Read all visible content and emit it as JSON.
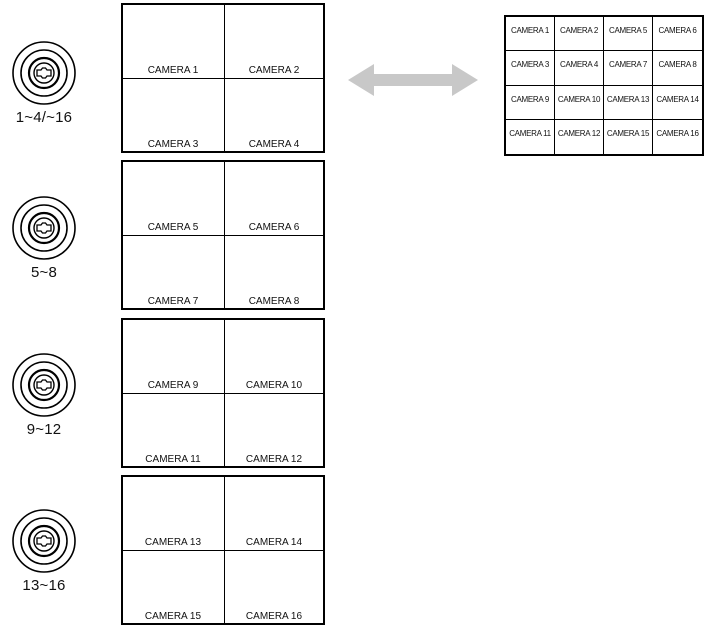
{
  "connectors": [
    {
      "label": "1~4/~16"
    },
    {
      "label": "5~8"
    },
    {
      "label": "9~12"
    },
    {
      "label": "13~16"
    }
  ],
  "quad_views": [
    [
      "CAMERA 1",
      "CAMERA 2",
      "CAMERA 3",
      "CAMERA 4"
    ],
    [
      "CAMERA 5",
      "CAMERA 6",
      "CAMERA 7",
      "CAMERA 8"
    ],
    [
      "CAMERA 9",
      "CAMERA 10",
      "CAMERA 11",
      "CAMERA 12"
    ],
    [
      "CAMERA 13",
      "CAMERA 14",
      "CAMERA 15",
      "CAMERA 16"
    ]
  ],
  "split16_view": [
    [
      "CAMERA 1",
      "CAMERA 2",
      "CAMERA 5",
      "CAMERA 6"
    ],
    [
      "CAMERA 3",
      "CAMERA 4",
      "CAMERA 7",
      "CAMERA 8"
    ],
    [
      "CAMERA 9",
      "CAMERA 10",
      "CAMERA 13",
      "CAMERA 14"
    ],
    [
      "CAMERA 11",
      "CAMERA 12",
      "CAMERA 15",
      "CAMERA 16"
    ]
  ],
  "arrow_color": "#c8c8c8",
  "icons": {
    "connector": "bnc-connector-icon",
    "swap": "double-arrow-icon"
  }
}
